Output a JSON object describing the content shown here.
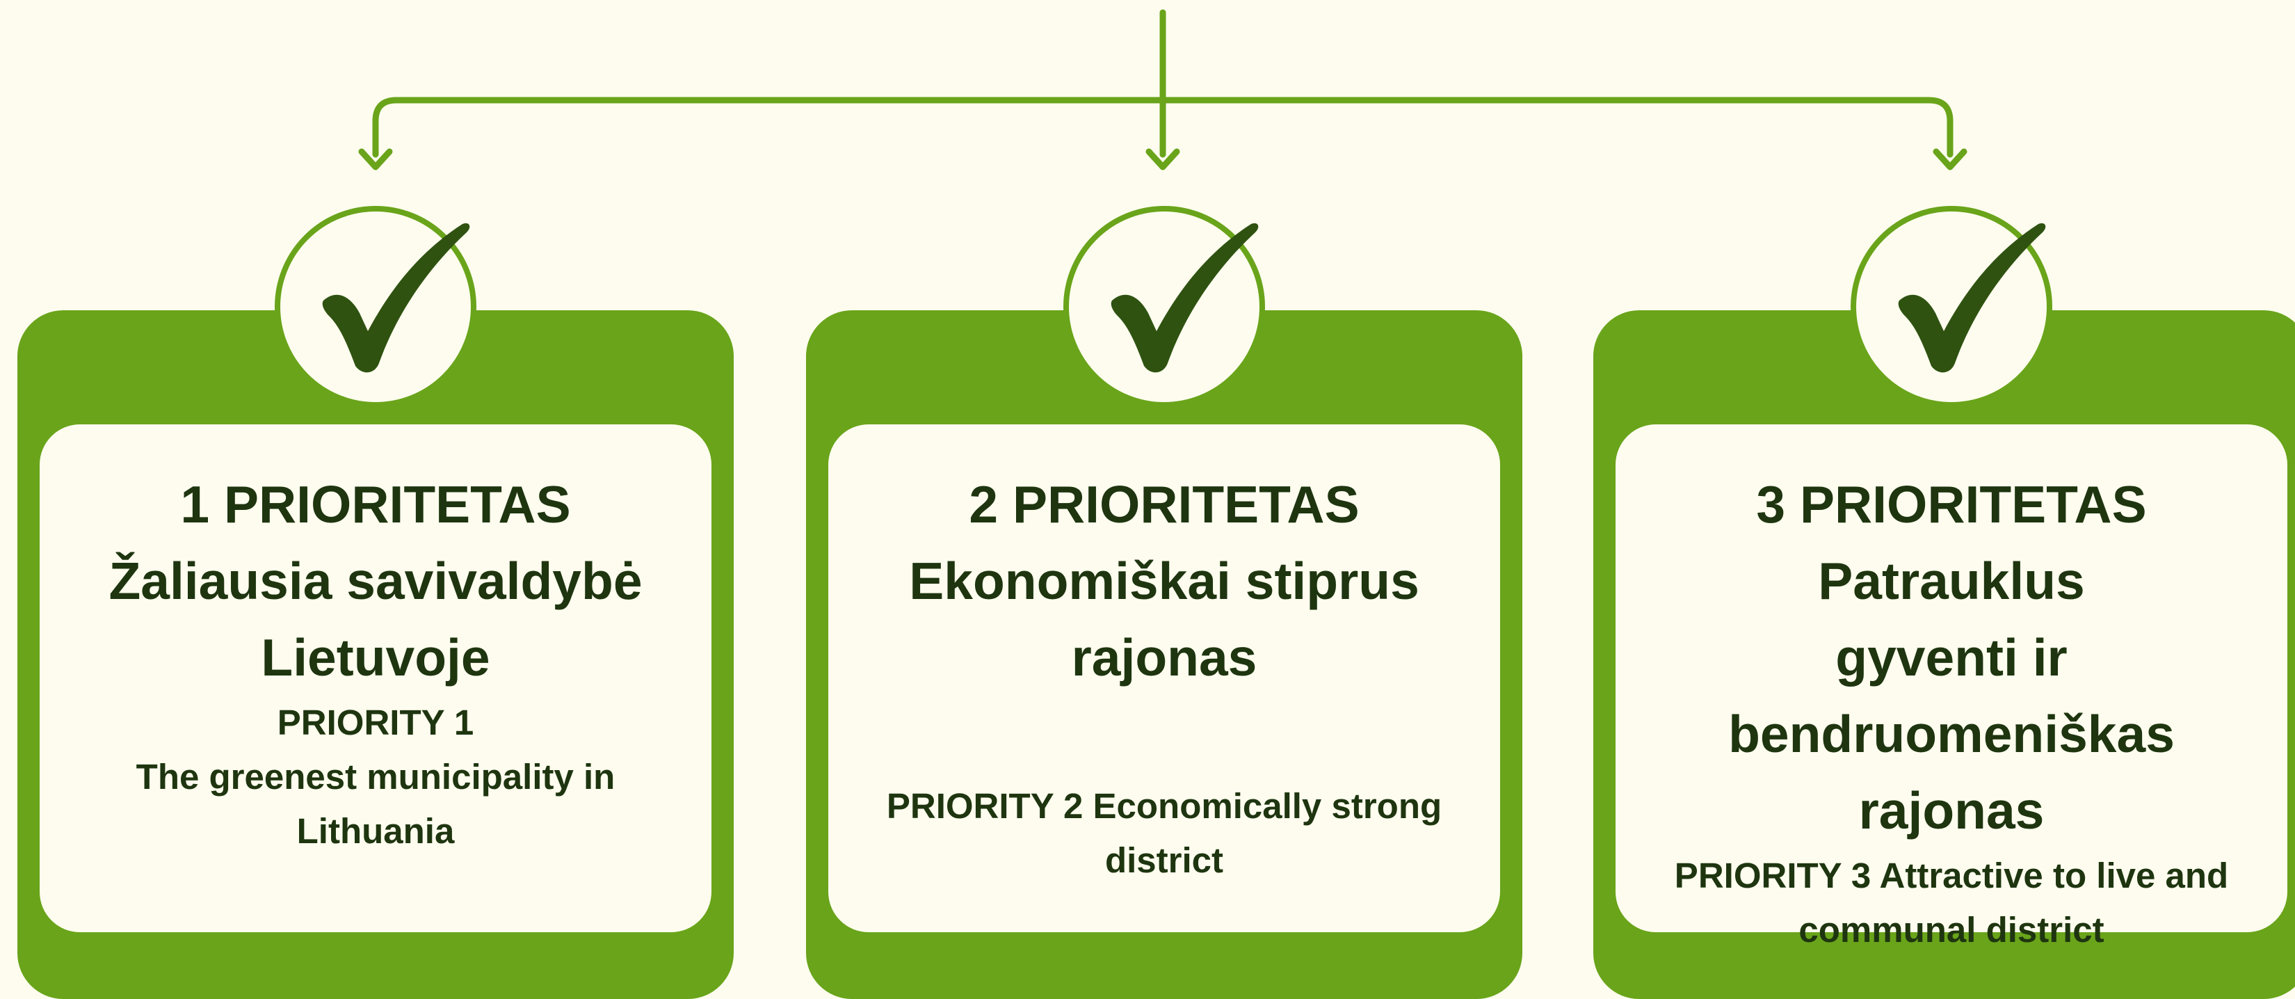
{
  "colors": {
    "background": "#fdfcee",
    "card_green": "#69a41a",
    "check_dark": "#2f5211",
    "text_dark": "#1e3510"
  },
  "icon": "checkmark-icon",
  "priorities": [
    {
      "lt_lines": [
        "1 PRIORITETAS",
        "Žaliausia savivaldybė",
        "Lietuvoje"
      ],
      "en_lines": [
        "PRIORITY 1",
        "The greenest municipality in",
        "Lithuania"
      ]
    },
    {
      "lt_lines": [
        "2 PRIORITETAS",
        "Ekonomiškai stiprus",
        "rajonas"
      ],
      "en_lines": [
        "PRIORITY 2 Economically strong",
        "district"
      ]
    },
    {
      "lt_lines": [
        "3 PRIORITETAS Patrauklus",
        "gyventi ir bendruomeniškas",
        "rajonas"
      ],
      "en_lines": [
        "PRIORITY 3 Attractive to live and",
        "communal district"
      ]
    }
  ]
}
